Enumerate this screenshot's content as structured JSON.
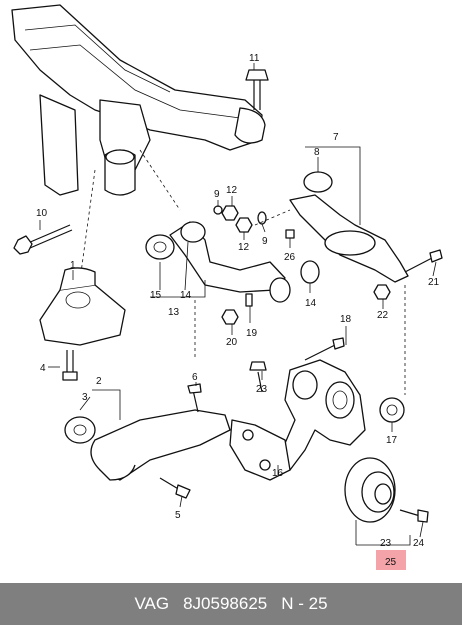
{
  "labels": {
    "l1": "1",
    "l2": "2",
    "l3": "3",
    "l4": "4",
    "l5": "5",
    "l6": "6",
    "l7": "7",
    "l8": "8",
    "l9a": "9",
    "l9b": "9",
    "l10": "10",
    "l11": "11",
    "l12a": "12",
    "l12b": "12",
    "l13": "13",
    "l14a": "14",
    "l14b": "14",
    "l15": "15",
    "l16": "16",
    "l17": "17",
    "l18": "18",
    "l19": "19",
    "l20": "20",
    "l21": "21",
    "l22": "22",
    "l23a": "23",
    "l23b": "23",
    "l24": "24",
    "l25": "25",
    "l26": "26"
  },
  "highlight": {
    "label": "25",
    "color": "#f4a3a8"
  },
  "footer": {
    "brand": "VAG",
    "part_number": "8J0598625",
    "ref": "N - 25",
    "background": "#7f7f7f"
  }
}
